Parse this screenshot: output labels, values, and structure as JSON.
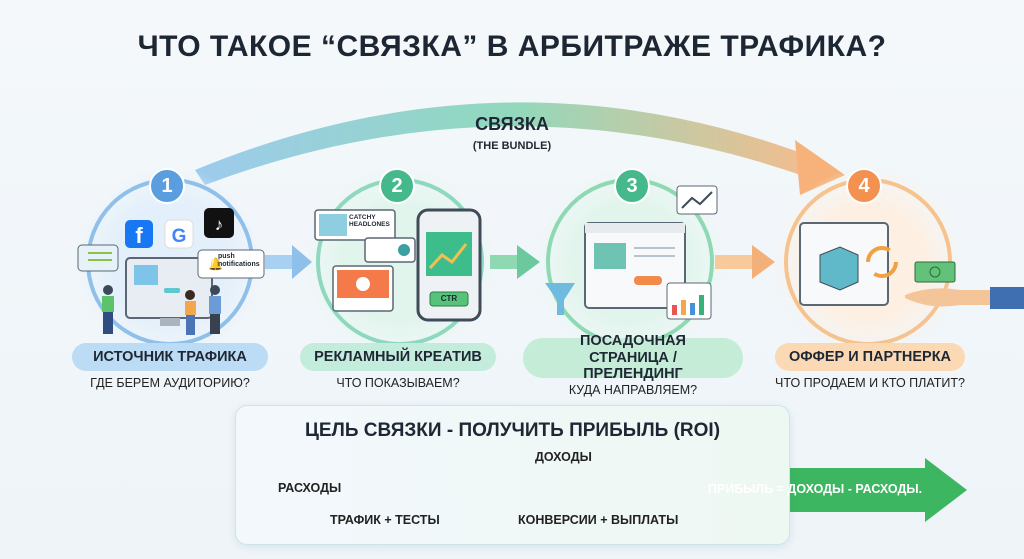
{
  "title": "ЧТО ТАКОЕ “СВЯЗКА” В АРБИТРАЖЕ ТРАФИКА?",
  "bundle": {
    "label": "СВЯЗКА",
    "sublabel": "(THE BUNDLE)"
  },
  "steps": [
    {
      "number": "1",
      "label": "ИСТОЧНИК ТРАФИКА",
      "question": "ГДЕ БЕРЕМ АУДИТОРИЮ?",
      "color": "#4a90d9",
      "badges": {
        "push": "push notifications"
      }
    },
    {
      "number": "2",
      "label": "РЕКЛАМНЫЙ КРЕАТИВ",
      "question": "ЧТО ПОКАЗЫВАЕМ?",
      "color": "#3bb38a",
      "badges": {
        "headline": "CATCHY HEADLONES",
        "ctr": "CTR"
      }
    },
    {
      "number": "3",
      "label": "ПОСАДОЧНАЯ СТРАНИЦА / ПРЕЛЕНДИНГ",
      "question": "КУДА НАПРАВЛЯЕМ?",
      "color": "#3db37f"
    },
    {
      "number": "4",
      "label": "ОФФЕР И ПАРТНЕРКА",
      "question": "ЧТО ПРОДАЕМ И КТО ПЛАТИТ?",
      "color": "#f0954a"
    }
  ],
  "goal": {
    "title": "ЦЕЛЬ СВЯЗКИ - ПОЛУЧИТЬ ПРИБЫЛЬ (ROI)",
    "expenses": "РАСХОДЫ",
    "income": "ДОХОДЫ",
    "expenses_detail": "ТРАФИК + ТЕСТЫ",
    "income_detail": "КОНВЕРСИИ + ВЫПЛАТЫ",
    "formula": "ПРИБЫЛЬ = ДОХОДЫ - РАСХОДЫ."
  }
}
